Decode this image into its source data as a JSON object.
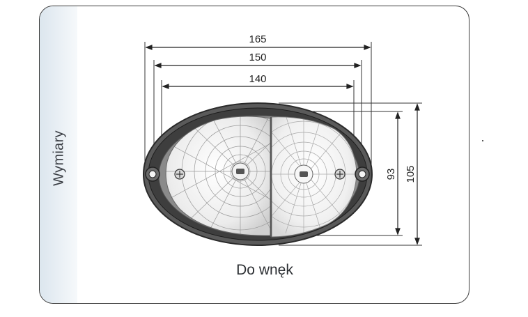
{
  "panel": {
    "side_label": "Wymiary",
    "caption": "Do wnęk"
  },
  "dimensions": {
    "width_outer": "165",
    "width_mid": "150",
    "width_inner": "140",
    "height_inner": "93",
    "height_outer": "105"
  },
  "colors": {
    "frame": "#3a3a3a",
    "side_band": "#dce6ee",
    "lamp_housing": "#4a4a4a",
    "lens": "#e9e9e9"
  }
}
